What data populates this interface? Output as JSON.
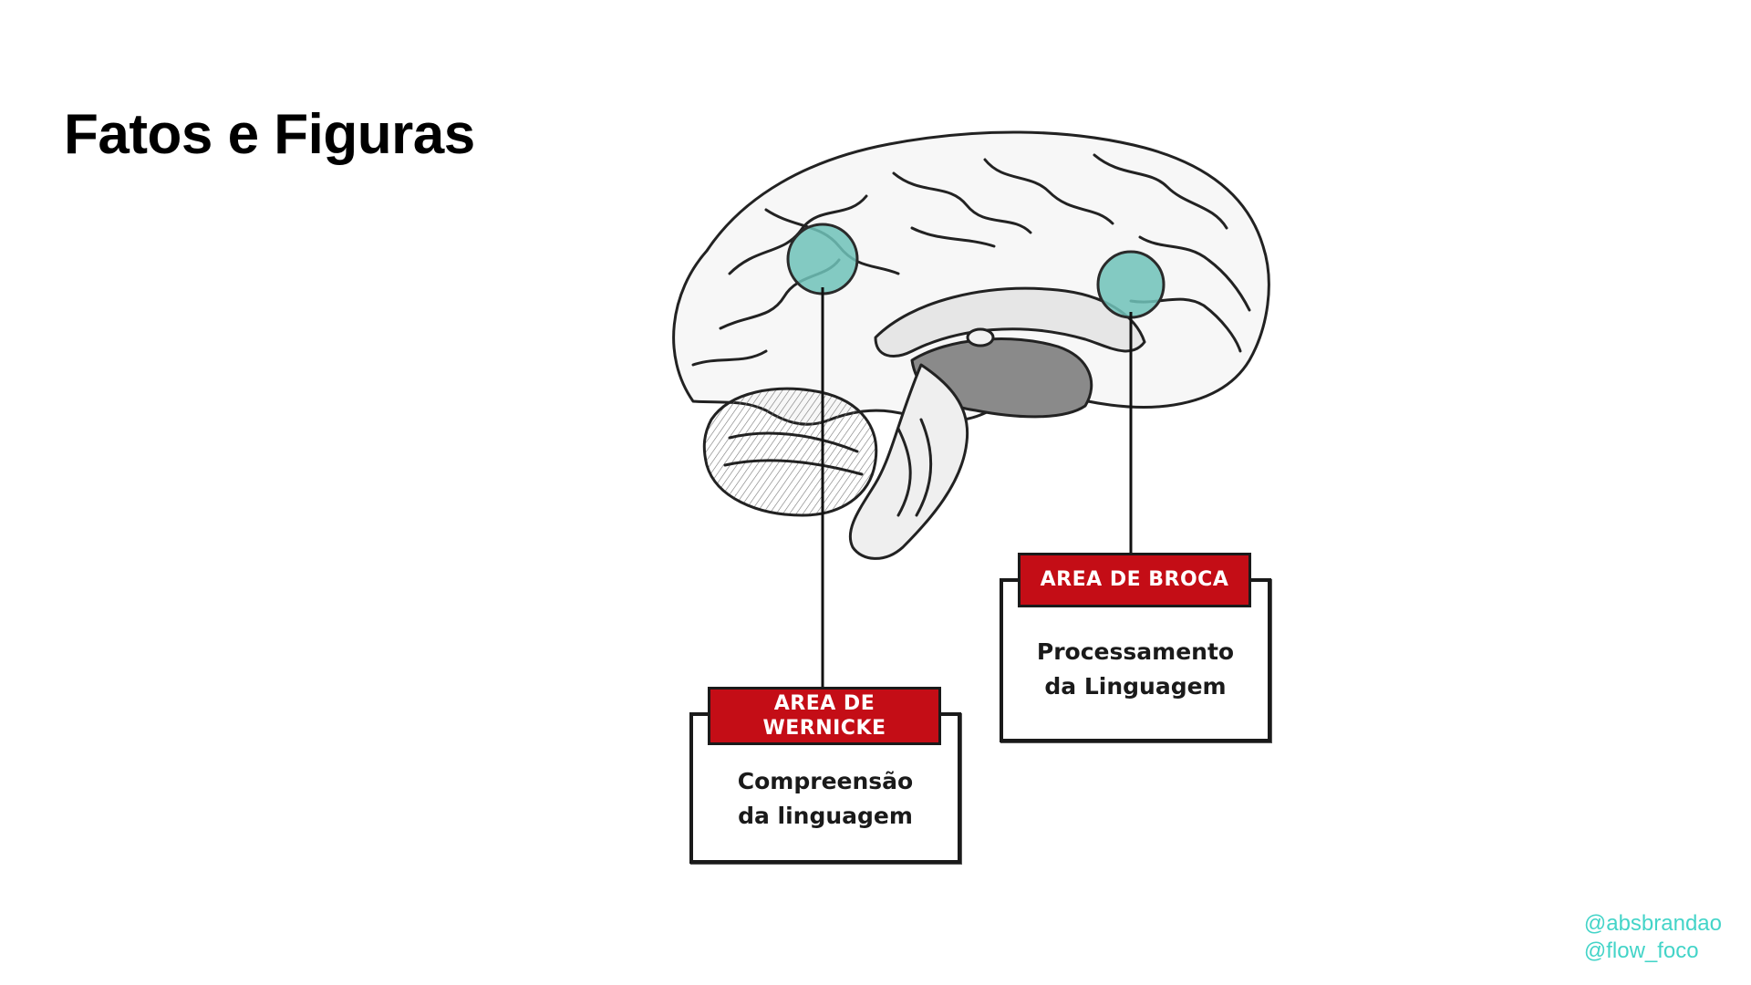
{
  "slide": {
    "title": "Fatos e Figuras"
  },
  "diagram": {
    "wernicke": {
      "header_line1": "AREA DE",
      "header_line2": "WERNICKE",
      "body_line1": "Compreensão",
      "body_line2": "da linguagem"
    },
    "broca": {
      "header": "AREA DE BROCA",
      "body_line1": "Processamento",
      "body_line2": "da Linguagem"
    },
    "colors": {
      "header_red": "#c40d16",
      "marker_teal": "#6fc2b8",
      "handle_teal": "#43d4c8"
    }
  },
  "footer": {
    "handle1": "@absbrandao",
    "handle2": "@flow_foco"
  }
}
